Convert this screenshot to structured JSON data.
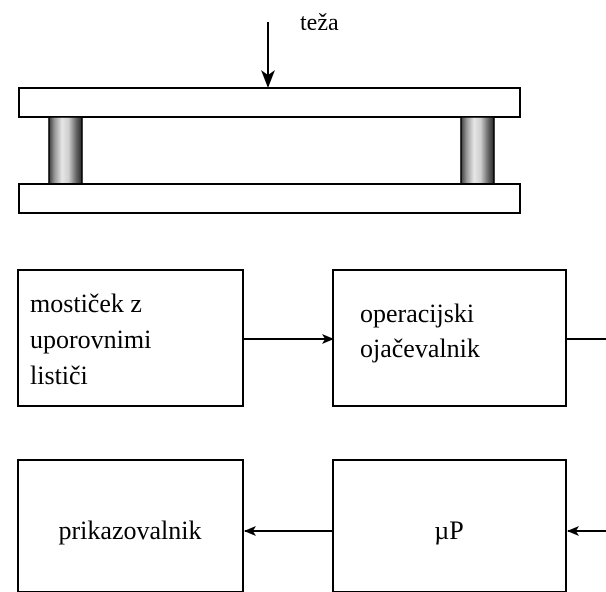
{
  "scale": {
    "load_label": "teža"
  },
  "blocks": {
    "bridge": [
      "mostiček z",
      "uporovnimi",
      "lističi"
    ],
    "amplifier": [
      "operacijski",
      "ojačevalnik"
    ],
    "microprocessor": "µP",
    "display": "prikazovalnik"
  }
}
